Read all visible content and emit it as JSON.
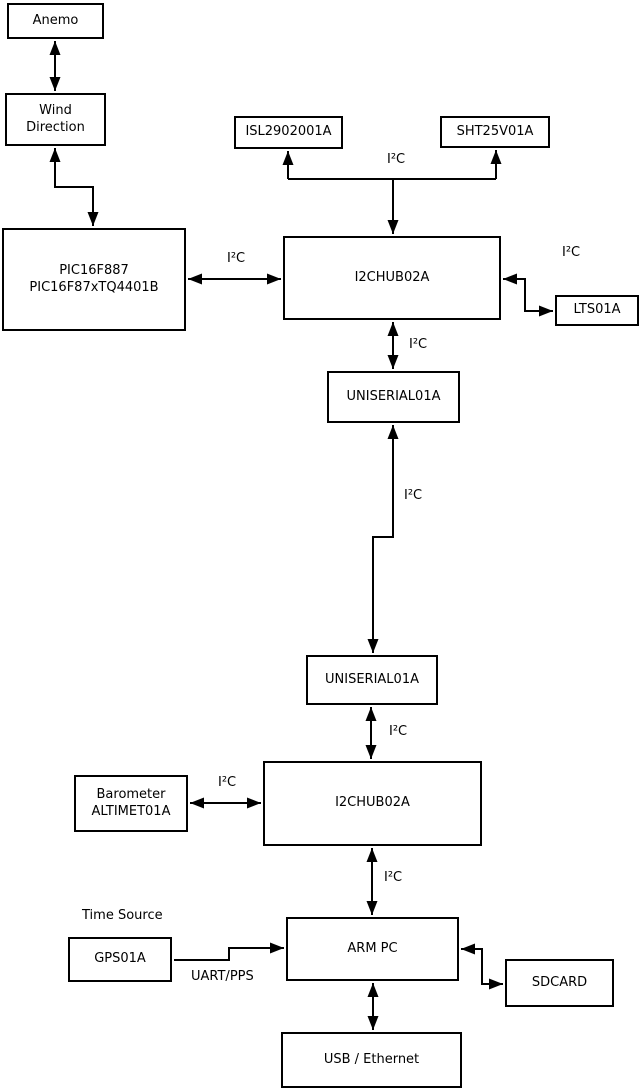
{
  "diagram": {
    "nodes": {
      "anemo": {
        "label": "Anemo"
      },
      "wind_direction": {
        "lines": [
          "Wind",
          "Direction"
        ]
      },
      "pic_controller": {
        "lines": [
          "PIC16F887",
          "PIC16F87xTQ4401B"
        ]
      },
      "isl_sensor": {
        "label": "ISL2902001A"
      },
      "sht_sensor": {
        "label": "SHT25V01A"
      },
      "i2c_hub_upper": {
        "label": "I2CHUB02A"
      },
      "lts_sensor": {
        "label": "LTS01A"
      },
      "uniserial_upper": {
        "label": "UNISERIAL01A"
      },
      "uniserial_lower": {
        "label": "UNISERIAL01A"
      },
      "i2c_hub_lower": {
        "label": "I2CHUB02A"
      },
      "barometer": {
        "lines": [
          "Barometer",
          "ALTIMET01A"
        ]
      },
      "gps": {
        "label": "GPS01A"
      },
      "arm_pc": {
        "label": "ARM PC"
      },
      "sdcard": {
        "label": "SDCARD"
      },
      "usb_ethernet": {
        "label": "USB / Ethernet"
      }
    },
    "edge_labels": {
      "i2c": "I²C",
      "uart_pps": "UART/PPS",
      "time_source": "Time Source"
    },
    "edges": [
      {
        "from": "anemo",
        "to": "wind_direction",
        "bidirectional": true
      },
      {
        "from": "wind_direction",
        "to": "pic_controller",
        "bidirectional": true
      },
      {
        "from": "pic_controller",
        "to": "i2c_hub_upper",
        "bidirectional": true,
        "label": "I²C"
      },
      {
        "from": "i2c_hub_upper",
        "to": "isl_sensor",
        "bidirectional": false,
        "label": "I²C"
      },
      {
        "from": "i2c_hub_upper",
        "to": "sht_sensor",
        "bidirectional": false,
        "label": "I²C"
      },
      {
        "from": "i2c_hub_upper",
        "to": "lts_sensor",
        "bidirectional": true,
        "label": "I²C"
      },
      {
        "from": "i2c_hub_upper",
        "to": "uniserial_upper",
        "bidirectional": true,
        "label": "I²C"
      },
      {
        "from": "uniserial_upper",
        "to": "uniserial_lower",
        "bidirectional": true,
        "label": "I²C"
      },
      {
        "from": "uniserial_lower",
        "to": "i2c_hub_lower",
        "bidirectional": true,
        "label": "I²C"
      },
      {
        "from": "barometer",
        "to": "i2c_hub_lower",
        "bidirectional": true,
        "label": "I²C"
      },
      {
        "from": "i2c_hub_lower",
        "to": "arm_pc",
        "bidirectional": true,
        "label": "I²C"
      },
      {
        "from": "gps",
        "to": "arm_pc",
        "bidirectional": false,
        "label": "UART/PPS"
      },
      {
        "from": "arm_pc",
        "to": "sdcard",
        "bidirectional": true
      },
      {
        "from": "arm_pc",
        "to": "usb_ethernet",
        "bidirectional": true
      }
    ],
    "colors": {
      "line": "#000000",
      "background": "#ffffff",
      "box_fill": "#ffffff"
    }
  }
}
